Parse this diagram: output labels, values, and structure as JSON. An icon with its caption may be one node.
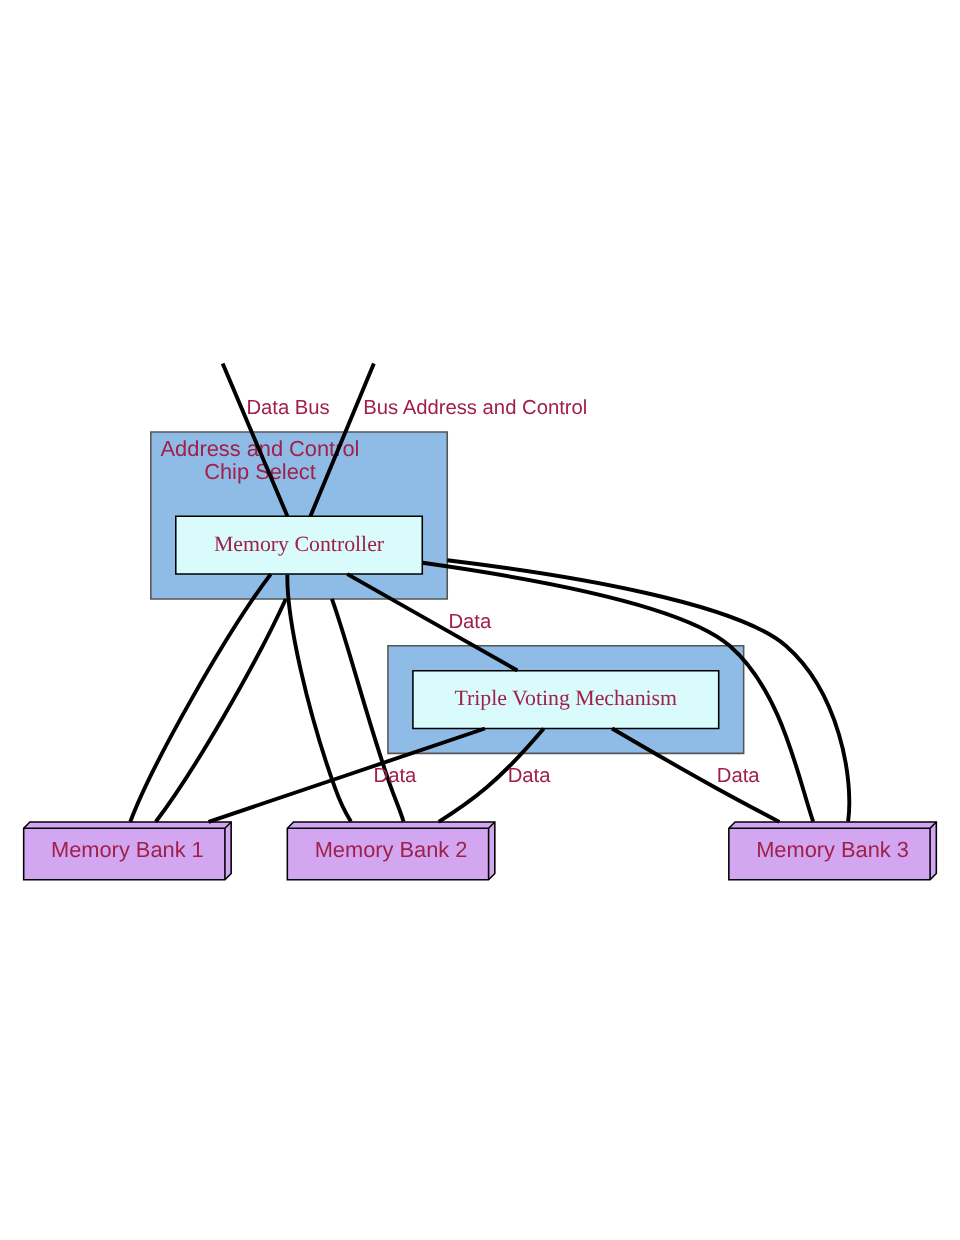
{
  "diagram": {
    "nodes": [
      {
        "text": [
          "Address and Control",
          "Chip Select"
        ]
      },
      {
        "text": [
          "Memory Controller"
        ],
        "in": 0
      },
      {
        "text": [],
        "shape": "box"
      },
      {
        "text": [
          "Triple Voting Mechanism"
        ],
        "in": 2
      },
      {
        "text": [
          "Memory Bank 1"
        ]
      },
      {
        "text": [
          "Memory Bank 2"
        ]
      },
      {
        "text": [
          "Memory Bank 3"
        ]
      }
    ],
    "edges": [
      {
        "from": null,
        "to": 1,
        "arrow": "none",
        "label": "Data Bus"
      },
      {
        "from": null,
        "to": 1,
        "arrow": "none",
        "label": "Bus Address and Control"
      },
      {
        "from": 1,
        "to": 3,
        "arrow": "none",
        "label": "Data"
      },
      {
        "from": 3,
        "to": 4,
        "arrow": "none",
        "label": "Data"
      },
      {
        "from": 3,
        "to": 5,
        "arrow": "none",
        "label": "Data"
      },
      {
        "from": 3,
        "to": 6,
        "arrow": "none",
        "label": "Data"
      },
      {
        "from": 1,
        "to": 4,
        "arrow": "none"
      },
      {
        "from": 1,
        "to": 5,
        "arrow": "none"
      },
      {
        "from": 1,
        "to": 6,
        "arrow": "none"
      },
      {
        "from": 0,
        "to": 4,
        "arrow": "none"
      },
      {
        "from": 0,
        "to": 5,
        "arrow": "none"
      },
      {
        "from": 0,
        "to": 6,
        "arrow": "none"
      }
    ]
  }
}
